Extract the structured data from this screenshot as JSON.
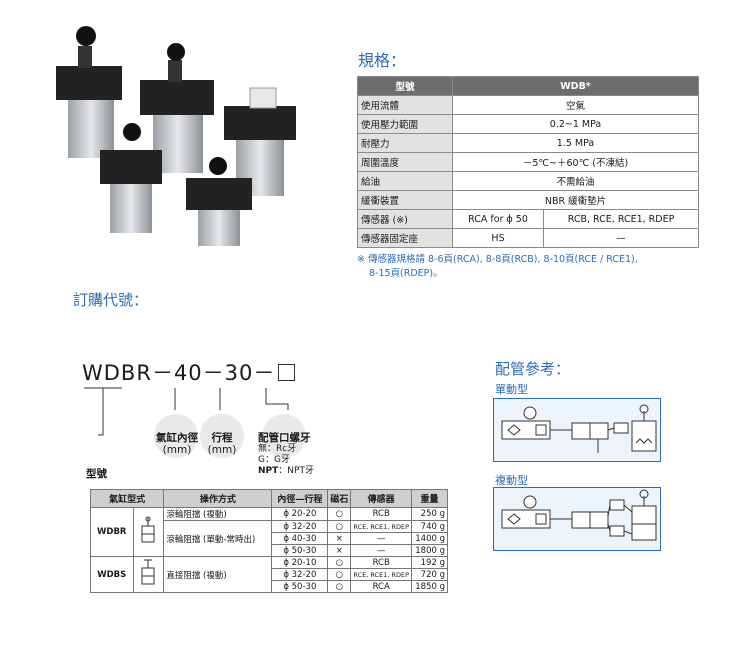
{
  "spec": {
    "title": "規格：",
    "head": [
      "型號",
      "WDB*"
    ],
    "rows": [
      {
        "label": "使用流體",
        "value": "空氣"
      },
      {
        "label": "使用壓力範圍",
        "value": "0.2~1 MPa"
      },
      {
        "label": "耐壓力",
        "value": "1.5 MPa"
      },
      {
        "label": "周圍溫度",
        "value": "－5℃~＋60℃ (不凍結)"
      },
      {
        "label": "給油",
        "value": "不需給油"
      },
      {
        "label": "緩衝裝置",
        "value": "NBR 緩衝墊片"
      },
      {
        "label": "傳感器 (※)",
        "value1": "RCA for ϕ 50",
        "value2": "RCB, RCE, RCE1, RDEP"
      },
      {
        "label": "傳感器固定座",
        "value1": "HS",
        "value2": "—"
      }
    ],
    "note_line1": "※ 傳感器規格請 8-6頁(RCA), 8-8頁(RCB), 8-10頁(RCE / RCE1),",
    "note_line2": "8-15頁(RDEP)。"
  },
  "order": {
    "title": "訂購代號：",
    "code_prefix": "WDBR",
    "code_bore": "40",
    "code_stroke": "30",
    "dash": "－",
    "label_bore": "氣缸內徑",
    "label_bore_unit": "(mm)",
    "label_stroke": "行程",
    "label_stroke_unit": "(mm)",
    "label_port": "配管口螺牙",
    "port_opt1": "無：Rc牙",
    "port_opt2": "G：G牙",
    "port_opt3_b": "NPT",
    "port_opt3": "：NPT牙",
    "label_model": "型號",
    "table": {
      "head": [
        "氣缸型式",
        "操作方式",
        "內徑—行程",
        "磁石",
        "傳感器",
        "重量"
      ],
      "wdbr": "WDBR",
      "wdbs": "WDBS",
      "op1": "滾輪阻擋 (複動)",
      "op2": "滾輪阻擋 (單動-常時出)",
      "op3": "直接阻擋 (複動)",
      "rows": [
        {
          "bs": "ϕ 20-20",
          "mag": "○",
          "sensor": "RCB",
          "weight": "250 g"
        },
        {
          "bs": "ϕ 32-20",
          "mag": "○",
          "sensor": "RCE, RCE1, RDEP",
          "weight": "740 g"
        },
        {
          "bs": "ϕ 40-30",
          "mag": "×",
          "sensor": "—",
          "weight": "1400 g"
        },
        {
          "bs": "ϕ 50-30",
          "mag": "×",
          "sensor": "—",
          "weight": "1800 g"
        },
        {
          "bs": "ϕ 20-10",
          "mag": "○",
          "sensor": "RCB",
          "weight": "192 g"
        },
        {
          "bs": "ϕ 32-20",
          "mag": "○",
          "sensor": "RCE, RCE1, RDEP",
          "weight": "720 g"
        },
        {
          "bs": "ϕ 50-30",
          "mag": "○",
          "sensor": "RCA",
          "weight": "1850 g"
        }
      ]
    }
  },
  "piping": {
    "title": "配管參考：",
    "single": "單動型",
    "double": "複動型"
  },
  "colors": {
    "accent": "#2a6db5",
    "table_head": "#6d6d6d",
    "label_bg": "#e2e2e2"
  }
}
